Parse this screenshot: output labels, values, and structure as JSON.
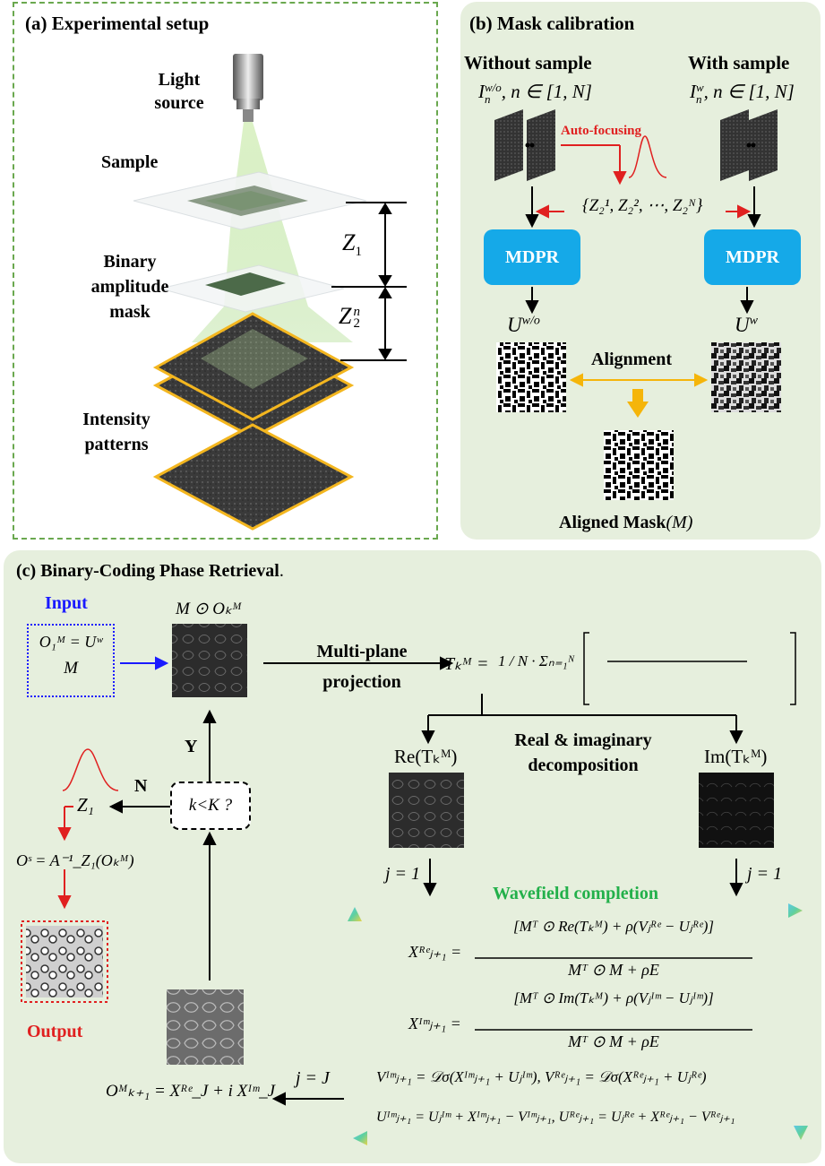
{
  "panel_a": {
    "title": "(a) Experimental setup",
    "light_source": [
      "Light",
      "source"
    ],
    "sample": "Sample",
    "mask": [
      "Binary",
      "amplitude",
      "mask"
    ],
    "intensity": [
      "Intensity",
      "patterns"
    ],
    "z1": "Z",
    "z1_sub": "1",
    "z2": "Z",
    "z2_sub": "2",
    "z2_sup": "n"
  },
  "panel_b": {
    "title": "(b) Mask calibration",
    "without_sample": "Without sample",
    "with_sample": "With sample",
    "formula_left": "I",
    "formula_left_sup": "w/o",
    "formula_left_sub": "n",
    "formula_range": ", n ∈ [1, N]",
    "formula_right": "I",
    "formula_right_sup": "w",
    "formula_right_sub": "n",
    "autofocus": "Auto-focusing",
    "z_set": "{Z₂¹, Z₂², ⋯, Z₂ᴺ}",
    "mdpr_left": "MDPR",
    "mdpr_right": "MDPR",
    "u_left": "U",
    "u_left_sup": "w/o",
    "u_right": "U",
    "u_right_sup": "w",
    "alignment": "Alignment",
    "aligned_mask": "Aligned Mask",
    "aligned_mask_sym": "(M)"
  },
  "panel_c": {
    "title": "(c)  Binary-Coding Phase Retrieval",
    "title_period": ".",
    "input": "Input",
    "input_eq1": "O₁ᴹ = Uʷ",
    "input_eq2": "M",
    "top_label": "M ⊙ Oₖᴹ",
    "multiplane": [
      "Multi-plane",
      "projection"
    ],
    "t_eq": "Tₖᴹ =",
    "sum_frac": "1 / N · Σₙ₌₁ᴺ",
    "decomposition": [
      "Real & imaginary",
      "decomposition"
    ],
    "re_label": "Re(Tₖᴹ)",
    "im_label": "Im(Tₖᴹ)",
    "j1_left": "j = 1",
    "j1_right": "j = 1",
    "wavefield": "Wavefield completion",
    "condition": "k<K ?",
    "yes": "Y",
    "no": "N",
    "z1": "Z₁",
    "os_eq": "Oˢ = A⁻¹_Z₁(Oₖᴹ)",
    "output": "Output",
    "jJ": "j = J",
    "update_eq": "Oᴹₖ₊₁ = Xᴿᵉ_J + i Xᴵᵐ_J",
    "eq_xre_num": "[Mᵀ ⊙ Re(Tₖᴹ) + ρ(Vⱼᴿᵉ − Uⱼᴿᵉ)]",
    "eq_xim_num": "[Mᵀ ⊙ Im(Tₖᴹ) + ρ(Vⱼᴵᵐ − Uⱼᴵᵐ)]",
    "eq_den": "Mᵀ ⊙ M + ρE",
    "eq_v": "Vᴵᵐⱼ₊₁ = 𝒟σ(Xᴵᵐⱼ₊₁ + Uⱼᴵᵐ),   Vᴿᵉⱼ₊₁ = 𝒟σ(Xᴿᵉⱼ₊₁ + Uⱼᴿᵉ)",
    "eq_u": "Uᴵᵐⱼ₊₁ = Uⱼᴵᵐ + Xᴵᵐⱼ₊₁ − Vᴵᵐⱼ₊₁,  Uᴿᵉⱼ₊₁ = Uⱼᴿᵉ + Xᴿᵉⱼ₊₁ − Vᴿᵉⱼ₊₁",
    "x_re_lhs": "Xᴿᵉⱼ₊₁ =",
    "x_im_lhs": "Xᴵᵐⱼ₊₁ ="
  },
  "colors": {
    "panel_bg": "#e6efdd",
    "dashed_border": "#6aa84f",
    "mdpr": "#15a9e8",
    "red": "#e02020",
    "blue": "#1a1aff",
    "orange": "#f5b50a",
    "green_title": "#22b04a"
  }
}
